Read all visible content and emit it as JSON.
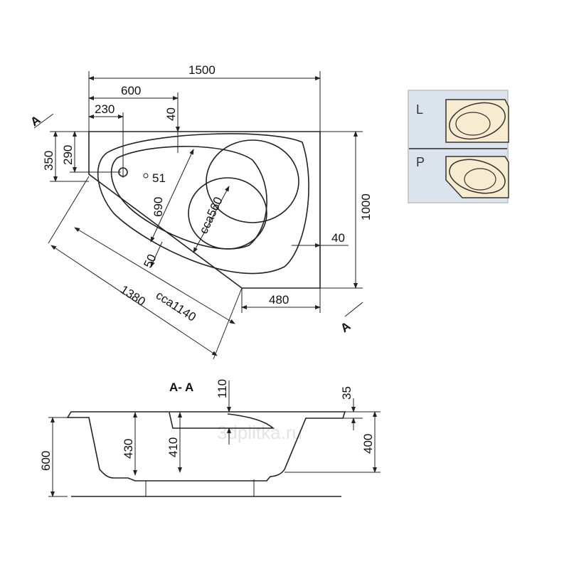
{
  "top_view": {
    "dims": {
      "total_length": "1500",
      "d600": "600",
      "d230": "230",
      "d40_top": "40",
      "d350": "350",
      "d290": "290",
      "drain": "51",
      "d690": "690",
      "seat": "cca560",
      "d50": "50",
      "d1380": "1380",
      "inner_length": "cca1140",
      "d480": "480",
      "d40_right": "40",
      "width": "1000"
    },
    "section_marker": "A"
  },
  "section_view": {
    "title": "A- A",
    "dims": {
      "d110": "110",
      "d35": "35",
      "d430": "430",
      "d410": "410",
      "d400": "400",
      "d600": "600"
    },
    "watermark": "3dplitka.ru"
  },
  "inset": {
    "left_label": "L",
    "right_label": "P"
  },
  "colors": {
    "inset_bg": "#dbe3ec",
    "tub_fill": "#f8ecd0"
  }
}
